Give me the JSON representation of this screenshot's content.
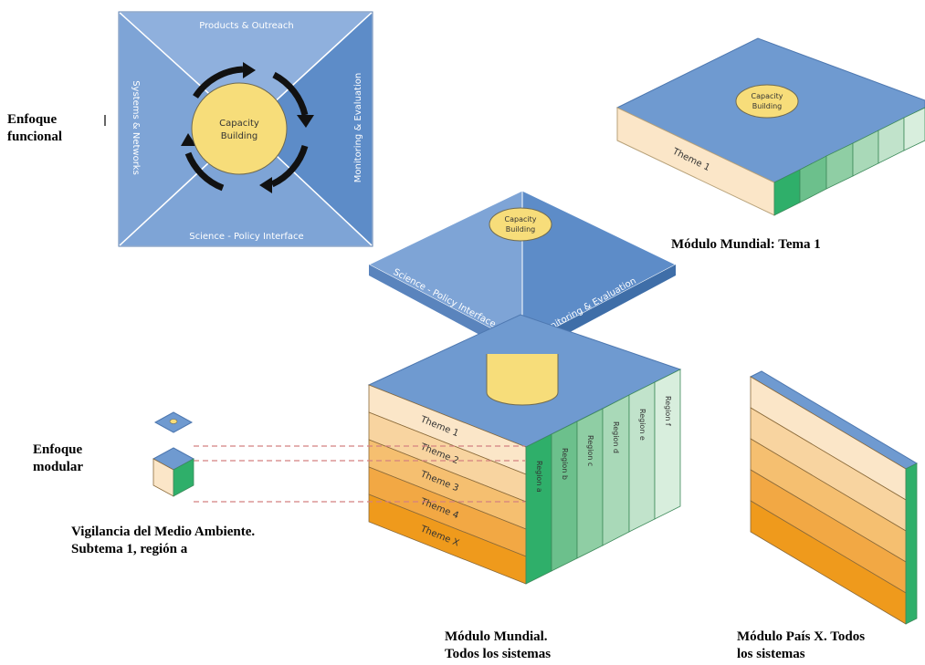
{
  "labels": {
    "enfoque_funcional": [
      "Enfoque",
      "funcional"
    ],
    "enfoque_modular": [
      "Enfoque",
      "modular"
    ],
    "vigilancia": [
      "Vigilancia del Medio Ambiente.",
      "Subtema 1, región a"
    ],
    "modulo_mundial_tema1": "Módulo Mundial:  Tema 1",
    "modulo_mundial_todos": [
      "Módulo Mundial.",
      "Todos los sistemas"
    ],
    "modulo_pais": [
      "Módulo País X.  Todos",
      "los sistemas"
    ]
  },
  "functional_square": {
    "top": "Products & Outreach",
    "left": "Systems & Networks",
    "right": "Monitoring & Evaluation",
    "bottom": "Science - Policy Interface",
    "center": [
      "Capacity",
      "Building"
    ]
  },
  "tema1_slab": {
    "center": [
      "Capacity",
      "Building"
    ],
    "side": "Theme 1"
  },
  "pyramid": {
    "center": [
      "Capacity",
      "Building"
    ],
    "left_face": "Science - Policy Interface",
    "right_face": "Monitoring & Evaluation"
  },
  "global_cube": {
    "themes": [
      "Theme 1",
      "Theme 2",
      "Theme 3",
      "Theme 4",
      "Theme X"
    ],
    "regions": [
      "Region a",
      "Region b",
      "Region c",
      "Region d",
      "Region e",
      "Region f"
    ]
  },
  "colors": {
    "blue_top": "#6f9ad0",
    "blue_light": "#8fb0dd",
    "blue_dark": "#4e7fbf",
    "yellow": "#f7dd7a",
    "theme_shades": [
      "#fbe6c8",
      "#f8d4a0",
      "#f5bf70",
      "#f2a844",
      "#ef9a1c"
    ],
    "region_shades": [
      "#2faf6a",
      "#6cc08c",
      "#8fcea4",
      "#a9d9b8",
      "#c1e3cb",
      "#d8eedd"
    ]
  }
}
